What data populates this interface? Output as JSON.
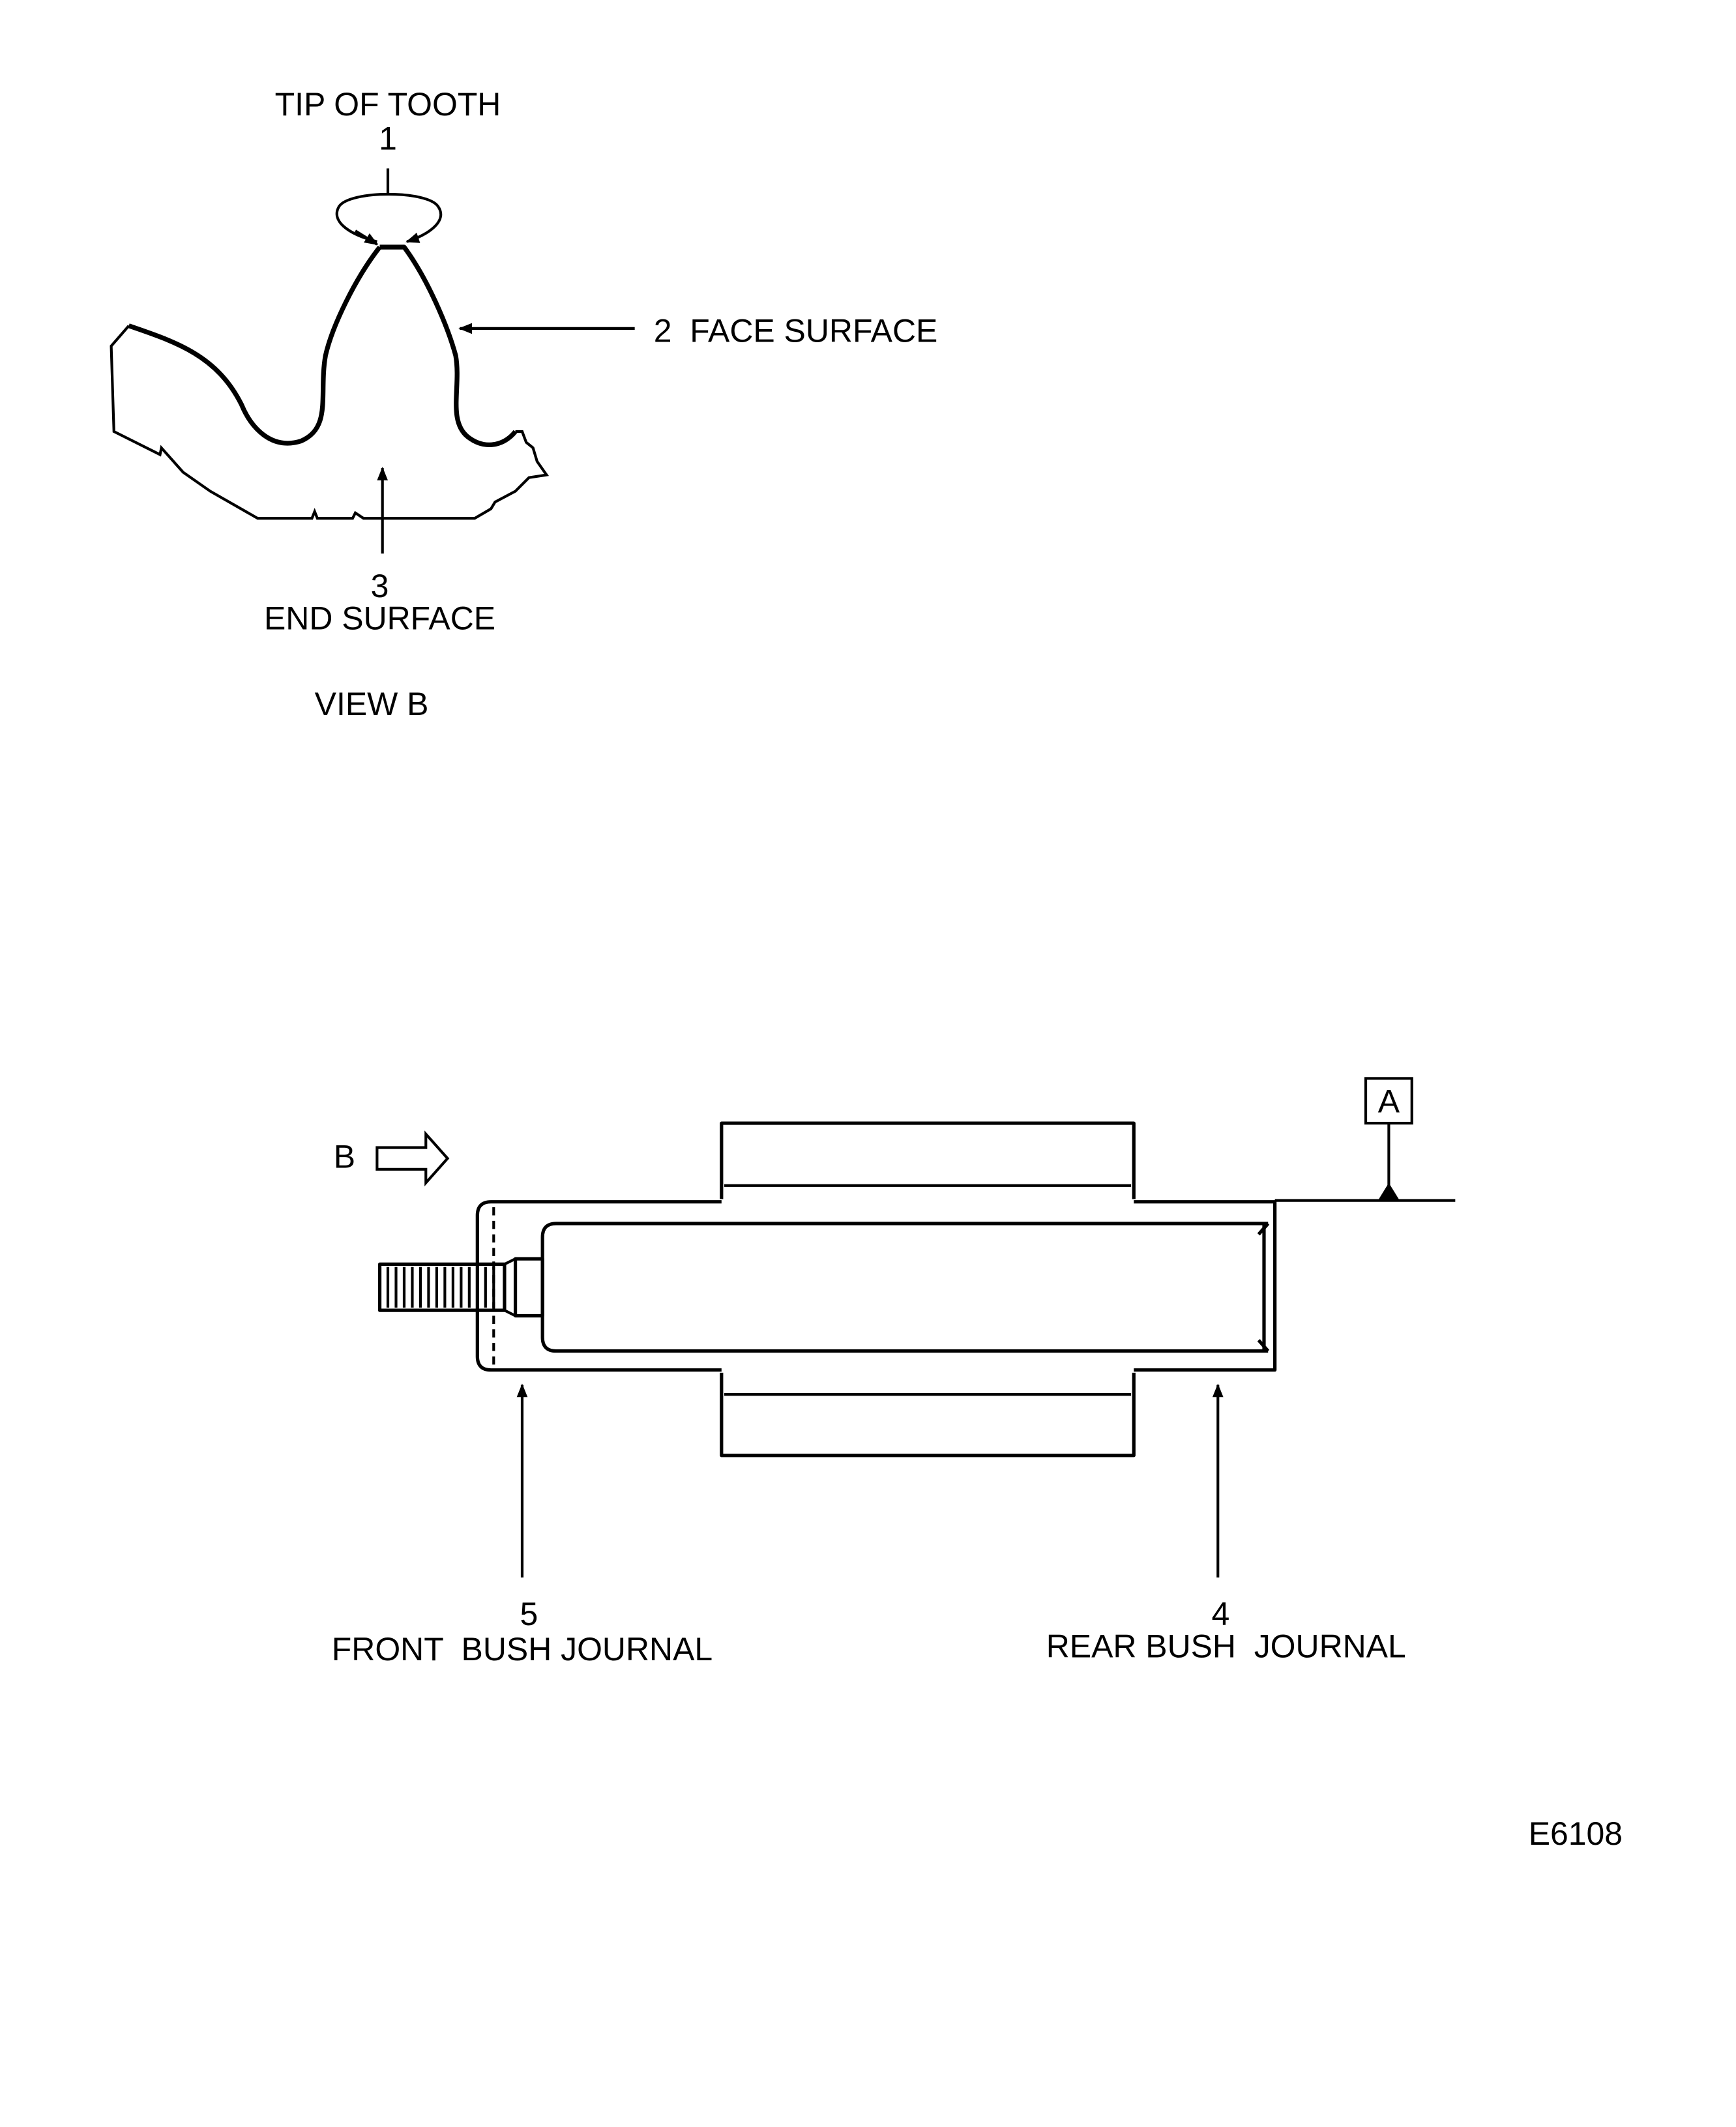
{
  "view_b": {
    "tip_label": "TIP OF TOOTH",
    "tip_number": "1",
    "face_label": "2  FACE SURFACE",
    "end_number": "3",
    "end_label": "END SURFACE",
    "view_title": "VIEW B"
  },
  "shaft": {
    "view_arrow_label": "B",
    "datum_label": "A",
    "front_number": "5",
    "front_label": "FRONT  BUSH JOURNAL",
    "rear_number": "4",
    "rear_label": "REAR BUSH  JOURNAL"
  },
  "figure_id": "E6108"
}
